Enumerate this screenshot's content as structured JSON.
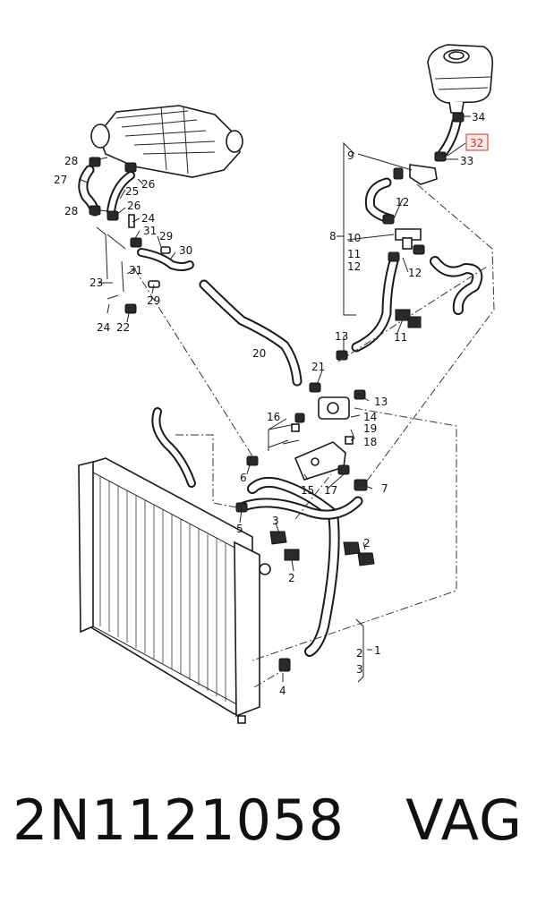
{
  "callouts": {
    "n1": "1",
    "n2": "2",
    "n3": "3",
    "n4": "4",
    "n5": "5",
    "n6": "6",
    "n7": "7",
    "n8": "8",
    "n9": "9",
    "n10": "10",
    "n11": "11",
    "n12": "12",
    "n13": "13",
    "n14": "14",
    "n15": "15",
    "n16": "16",
    "n17": "17",
    "n18": "18",
    "n19": "19",
    "n20": "20",
    "n21": "21",
    "n22": "22",
    "n23": "23",
    "n24": "24",
    "n25": "25",
    "n26": "26",
    "n27": "27",
    "n28": "28",
    "n29": "29",
    "n30": "30",
    "n31": "31",
    "n32": "32",
    "n33": "33",
    "n34": "34"
  },
  "highlight": {
    "callout": "32",
    "color": "#c0392b",
    "box_fill": "#fde8e8"
  },
  "footer": {
    "part_number": "2N1121058",
    "brand": "VAG"
  }
}
